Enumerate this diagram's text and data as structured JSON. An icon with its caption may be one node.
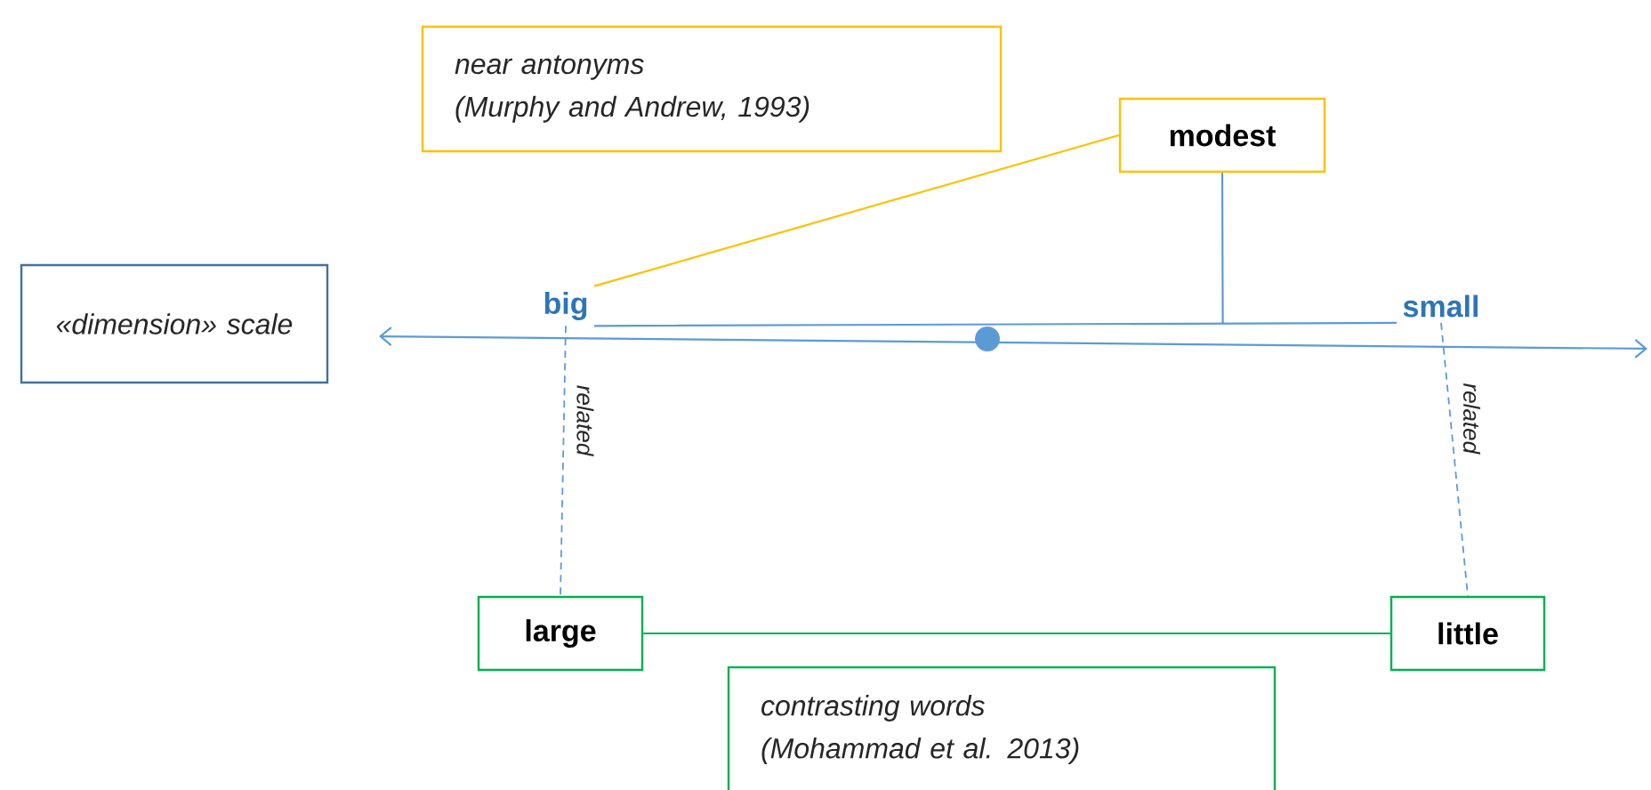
{
  "diagram": {
    "nodes": [
      {
        "text": [
          "«dimension» scale"
        ]
      },
      {
        "text": [
          "near antonyms",
          "(Murphy and Andrew, 1993)"
        ]
      },
      {
        "text": [
          "modest"
        ]
      },
      {
        "text": [
          "big"
        ]
      },
      {
        "text": [
          "small"
        ]
      },
      {
        "text": [
          "large"
        ]
      },
      {
        "text": [
          "little"
        ]
      },
      {
        "text": [
          "contrasting words",
          "(Mohammad et al. 2013)"
        ]
      }
    ],
    "edges": [
      {
        "from": 3,
        "to": 2,
        "arrow": "none",
        "color": "#ffc000"
      },
      {
        "from": 3,
        "to": 5,
        "arrow": "none",
        "style": "dashed",
        "label": "related"
      },
      {
        "from": 4,
        "to": 6,
        "arrow": "none",
        "style": "dashed",
        "label": "related"
      },
      {
        "from": 2,
        "to": 3,
        "arrow": "none"
      },
      {
        "from": 2,
        "to": 4,
        "arrow": "none"
      },
      {
        "from": 5,
        "to": 6,
        "arrow": "none",
        "color": "#00b050"
      }
    ]
  }
}
